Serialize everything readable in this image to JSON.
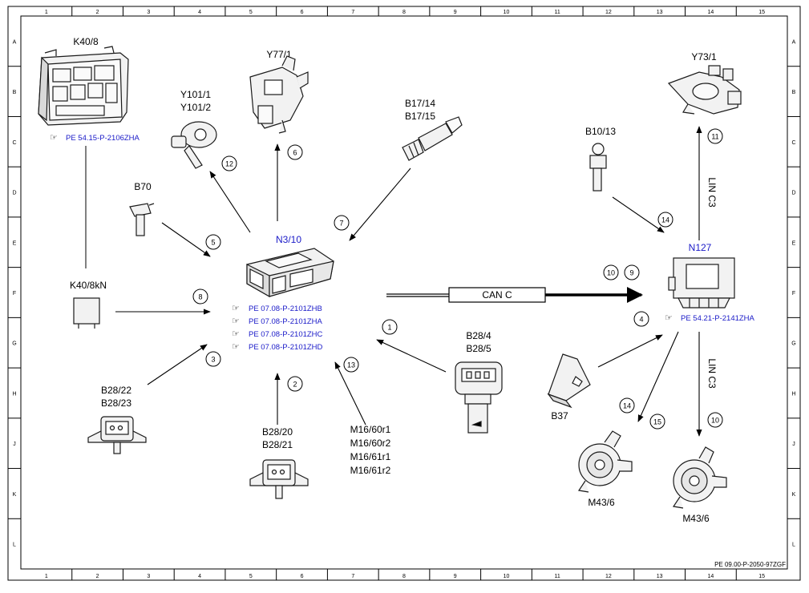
{
  "frame": {
    "col_labels": [
      "1",
      "2",
      "3",
      "4",
      "5",
      "6",
      "7",
      "8",
      "9",
      "10",
      "11",
      "12",
      "13",
      "14",
      "15"
    ],
    "row_labels": [
      "A",
      "B",
      "C",
      "D",
      "E",
      "F",
      "G",
      "H",
      "J",
      "K",
      "L"
    ]
  },
  "colors": {
    "link": "#1a1ac8",
    "line": "#000000",
    "part_fill": "#f2f2f2",
    "part_stroke": "#1a1a1a"
  },
  "components": {
    "k40_8": {
      "label": "K40/8",
      "ref": "PE 54.15-P-2106ZHA",
      "icon": "fuse-relay-module-icon"
    },
    "k40_8kn": {
      "label": "K40/8kN",
      "icon": "relay-icon"
    },
    "y101": {
      "label1": "Y101/1",
      "label2": "Y101/2",
      "icon": "valve-icon"
    },
    "y77_1": {
      "label": "Y77/1",
      "icon": "pressure-transducer-icon"
    },
    "b17": {
      "label1": "B17/14",
      "label2": "B17/15",
      "icon": "temperature-sensor-icon"
    },
    "b70": {
      "label": "B70",
      "icon": "crankshaft-sensor-icon"
    },
    "n3_10": {
      "label": "N3/10",
      "refs": [
        "PE 07.08-P-2101ZHB",
        "PE 07.08-P-2101ZHA",
        "PE 07.08-P-2101ZHC",
        "PE 07.08-P-2101ZHD"
      ],
      "icon": "engine-control-unit-icon"
    },
    "b28_22": {
      "label1": "B28/22",
      "label2": "B28/23",
      "icon": "pressure-sensor-icon"
    },
    "b28_20": {
      "label1": "B28/20",
      "label2": "B28/21",
      "icon": "pressure-sensor-icon"
    },
    "m16": {
      "lines": [
        "M16/60r1",
        "M16/60r2",
        "M16/61r1",
        "M16/61r2"
      ]
    },
    "b28_4": {
      "label1": "B28/4",
      "label2": "B28/5",
      "icon": "pressure-sensor-icon"
    },
    "y73_1": {
      "label": "Y73/1",
      "icon": "valve-icon"
    },
    "b10_13": {
      "label": "B10/13",
      "icon": "temperature-sensor-icon"
    },
    "n127": {
      "label": "N127",
      "ref": "PE 54.21-P-2141ZHA",
      "icon": "control-unit-icon"
    },
    "b37": {
      "label": "B37",
      "icon": "accelerator-pedal-icon"
    },
    "m43_left": {
      "label": "M43/6",
      "icon": "pump-icon"
    },
    "m43_right": {
      "label": "M43/6",
      "icon": "pump-icon"
    }
  },
  "bus": {
    "can_c": "CAN C",
    "lin_upper": "LIN C3",
    "lin_lower": "LIN C3"
  },
  "callouts": [
    "1",
    "2",
    "3",
    "4",
    "5",
    "6",
    "7",
    "8",
    "9",
    "10",
    "11",
    "12",
    "13",
    "14",
    "15"
  ],
  "callouts_extra": {
    "n127_14": "14",
    "m43_14": "14",
    "m43_15": "15",
    "lower_10": "10"
  },
  "footer_ref": "PE 09.00-P-2050-97ZGF"
}
